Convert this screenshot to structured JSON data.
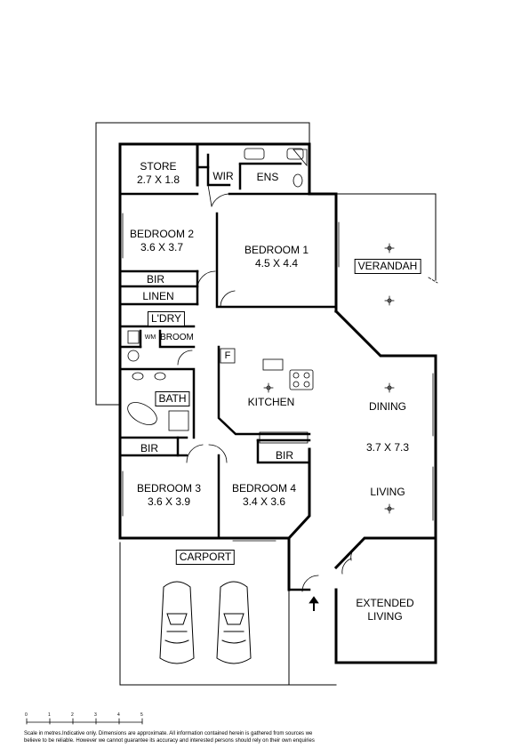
{
  "rooms": {
    "store": {
      "name": "STORE",
      "dims": "2.7 X 1.8"
    },
    "wir": {
      "name": "WIR"
    },
    "ens": {
      "name": "ENS"
    },
    "bedroom2": {
      "name": "BEDROOM 2",
      "dims": "3.6 X 3.7"
    },
    "bedroom1": {
      "name": "BEDROOM 1",
      "dims": "4.5 X 4.4"
    },
    "verandah": {
      "name": "VERANDAH"
    },
    "bir_bed2": {
      "name": "BIR"
    },
    "linen": {
      "name": "LINEN"
    },
    "laundry": {
      "name": "L'DRY"
    },
    "wm": {
      "name": "WM"
    },
    "broom": {
      "name": "BROOM"
    },
    "fridge": {
      "name": "F"
    },
    "kitchen": {
      "name": "KITCHEN"
    },
    "bath": {
      "name": "BATH"
    },
    "dining": {
      "name": "DINING"
    },
    "dining_living_dims": "3.7 X 7.3",
    "living": {
      "name": "LIVING"
    },
    "bir_bed3": {
      "name": "BIR"
    },
    "bir_bed4": {
      "name": "BIR"
    },
    "bedroom3": {
      "name": "BEDROOM 3",
      "dims": "3.6 X 3.9"
    },
    "bedroom4": {
      "name": "BEDROOM 4",
      "dims": "3.4 X 3.6"
    },
    "carport": {
      "name": "CARPORT"
    },
    "extended_living": {
      "name": "EXTENDED",
      "name2": "LIVING"
    }
  },
  "scale": {
    "ticks": [
      "0",
      "1",
      "2",
      "3",
      "4",
      "5"
    ]
  },
  "disclaimer": {
    "line1": "Scale in metres.Indicative only. Dimensions are approximate. All information contained herein is gathered from sources we",
    "line2": "believe to be reliable. However we cannot guarantee its accuracy and interested persons should rely on their own enquiries"
  }
}
